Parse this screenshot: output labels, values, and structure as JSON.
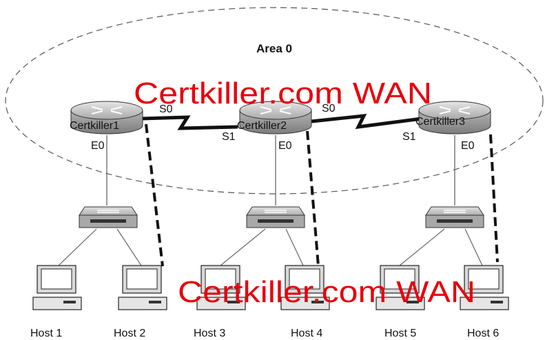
{
  "area": {
    "label": "Area 0"
  },
  "routers": [
    {
      "name": "Certkiller1",
      "eth": "E0",
      "s_left": "",
      "s_right": "S0"
    },
    {
      "name": "Certkiller2",
      "eth": "E0",
      "s_left": "S1",
      "s_right": "S0"
    },
    {
      "name": "Certkiller3",
      "eth": "E0",
      "s_left": "S1",
      "s_right": ""
    }
  ],
  "hosts": [
    "Host 1",
    "Host 2",
    "Host 3",
    "Host 4",
    "Host 5",
    "Host 6"
  ],
  "watermarks": [
    "Certkiller.com WAN",
    "Certkiller.com WAN"
  ],
  "colors": {
    "watermark": "#e8000b",
    "router_face": "#c9c9c9",
    "switch_face": "#bdbdbd",
    "line": "#555555"
  },
  "icons": {
    "router": "router-icon",
    "switch": "switch-icon",
    "host": "pc-icon",
    "serial_link": "lightning-serial-icon"
  }
}
